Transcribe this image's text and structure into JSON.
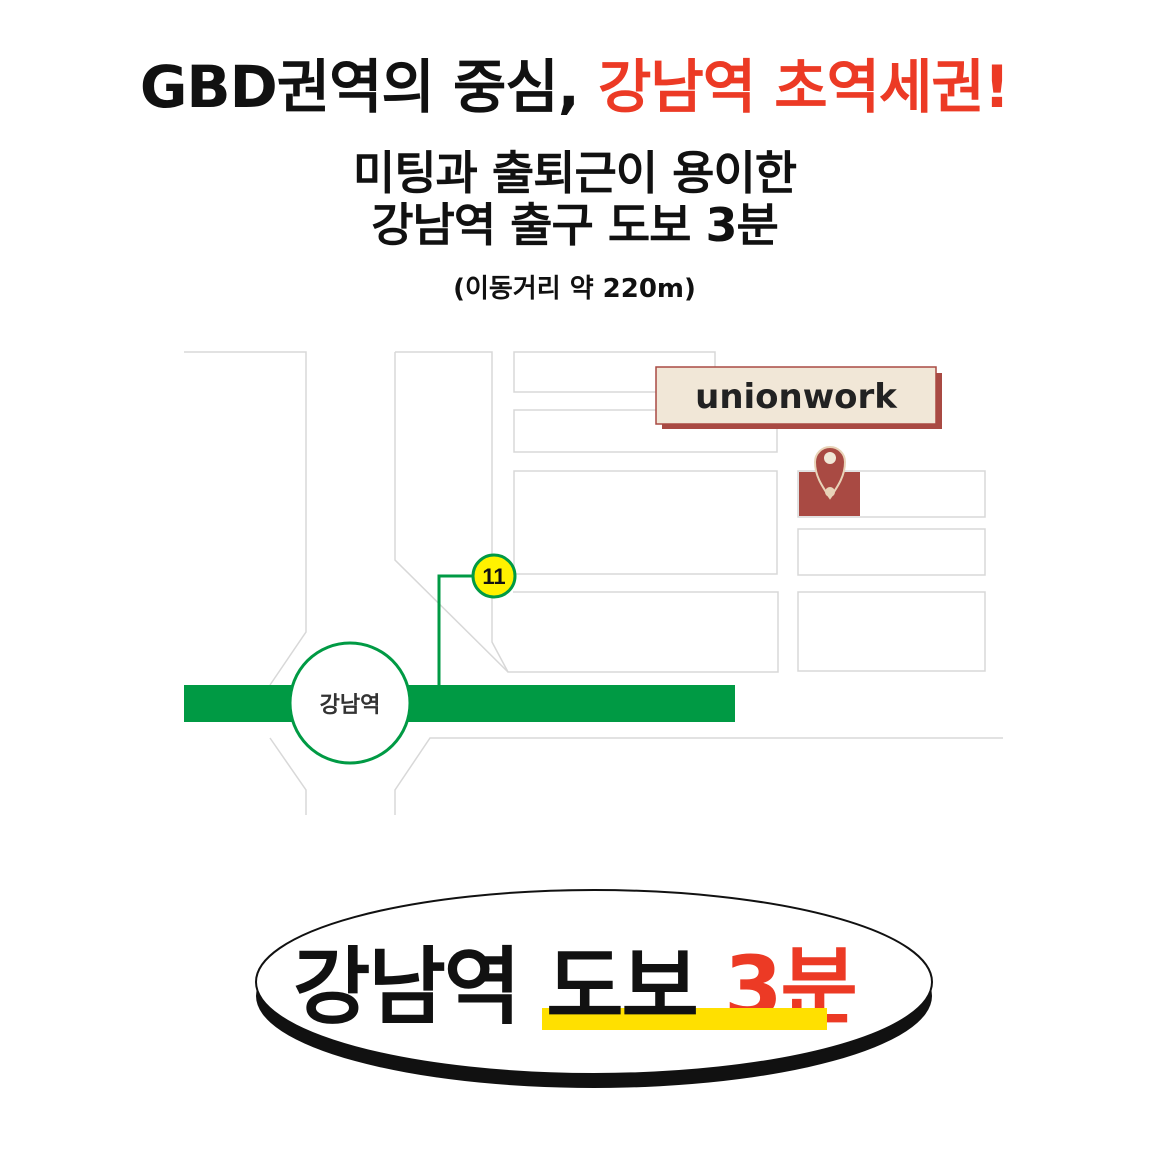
{
  "headline": {
    "prefix": "GBD권역의 중심, ",
    "accent": "강남역 초역세권!"
  },
  "subheadline": {
    "line1": "미팅과 출퇴근이 용이한",
    "line2": "강남역 출구 도보 3분"
  },
  "distance_note": "(이동거리 약 220m)",
  "map": {
    "brand_label": "unionwork",
    "station_label": "강남역",
    "exit_number": "11",
    "subway_line_color": "#009a44",
    "brand_red": "#a94a43",
    "label_bg": "#f1e7d7",
    "exit_badge_color": "#fff200",
    "pin_icon": "map-pin-icon"
  },
  "bottom_badge": {
    "station": "강남역",
    "walk": "도보",
    "time": "3분",
    "highlight_color": "#ffe000",
    "time_color": "#ec3a25"
  }
}
